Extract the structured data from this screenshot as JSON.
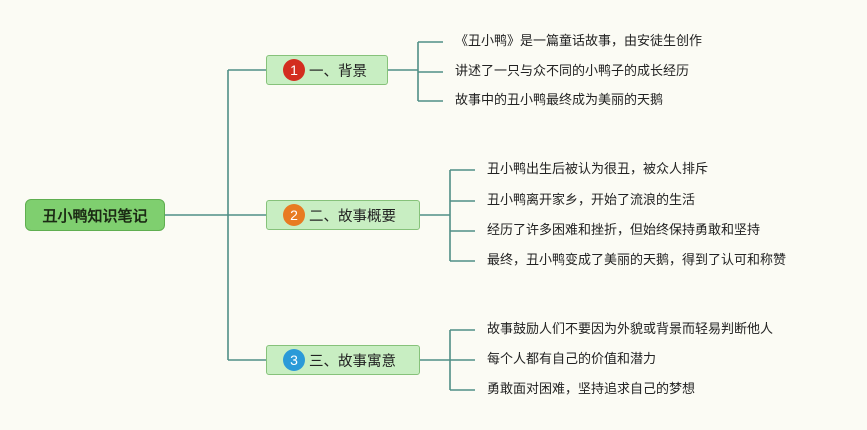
{
  "root": {
    "label": "丑小鸭知识笔记"
  },
  "branches": [
    {
      "number": "1",
      "label": "一、背景",
      "badge_color": "#d32d1f",
      "items": [
        "《丑小鸭》是一篇童话故事，由安徒生创作",
        "讲述了一只与众不同的小鸭子的成长经历",
        "故事中的丑小鸭最终成为美丽的天鹅"
      ]
    },
    {
      "number": "2",
      "label": "二、故事概要",
      "badge_color": "#e87b22",
      "items": [
        "丑小鸭出生后被认为很丑，被众人排斥",
        "丑小鸭离开家乡，开始了流浪的生活",
        "经历了许多困难和挫折，但始终保持勇敢和坚持",
        "最终，丑小鸭变成了美丽的天鹅，得到了认可和称赞"
      ]
    },
    {
      "number": "3",
      "label": "三、故事寓意",
      "badge_color": "#2b9ad8",
      "items": [
        "故事鼓励人们不要因为外貌或背景而轻易判断他人",
        "每个人都有自己的价值和潜力",
        "勇敢面对困难，坚持追求自己的梦想"
      ]
    }
  ],
  "colors": {
    "line": "#4f8f86",
    "branch_fill": "#c8eec2",
    "root_fill": "#7fcf6f"
  }
}
